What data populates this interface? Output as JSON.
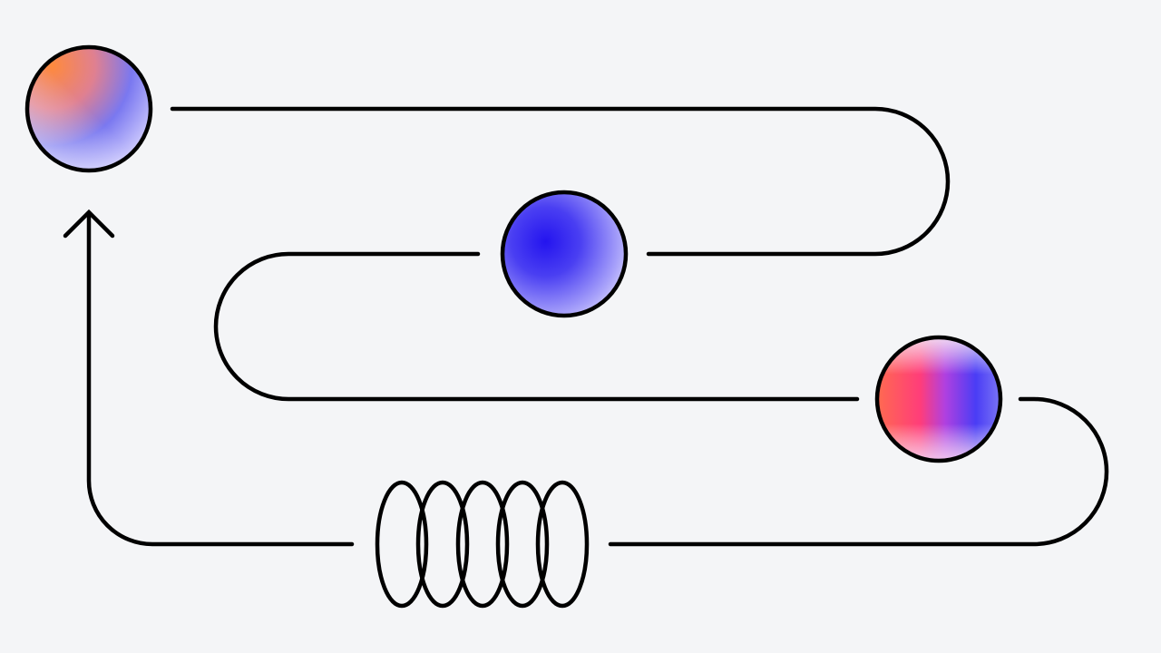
{
  "illustration": {
    "background": "#f4f5f7",
    "stroke": "#000000",
    "nodes": [
      {
        "name": "orange-blue-sphere",
        "colors": [
          "#ff8a4c",
          "#e0708a",
          "#6a6cf0",
          "#d8d0ff"
        ]
      },
      {
        "name": "blue-sphere",
        "colors": [
          "#2a1cf0",
          "#7a70f5",
          "#e2ddff"
        ]
      },
      {
        "name": "red-blue-sphere",
        "colors": [
          "#ff5a4a",
          "#ff3d8a",
          "#4a3df5",
          "#f2c8ee"
        ]
      }
    ],
    "elements": [
      "path",
      "coil",
      "arrow"
    ]
  }
}
